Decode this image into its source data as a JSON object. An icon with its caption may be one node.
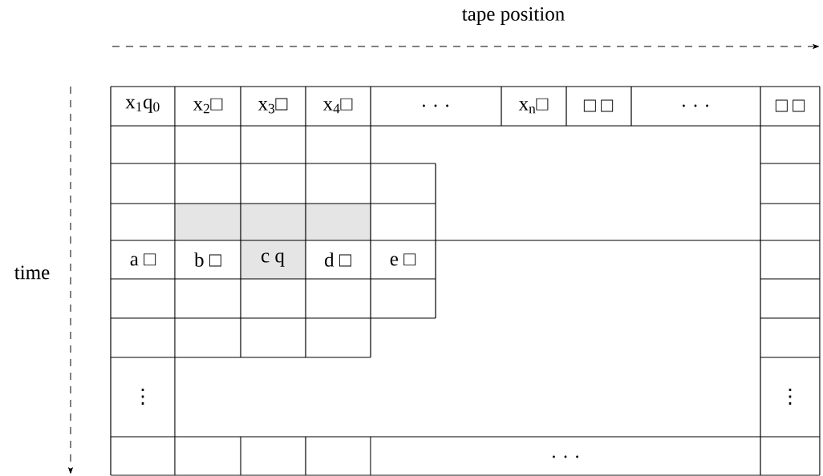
{
  "diagram": {
    "labels": [
      "tape position",
      "x$_{1}$q$_{0}$",
      "x$_{2}$□",
      "x$_{3}$□",
      "x$_{4}$□",
      ". . .",
      "x$_{n}$□",
      "□ □",
      ". . .",
      "□ □",
      "time",
      "a □",
      "b □",
      "c q",
      "d □",
      "e □",
      "⋮",
      "⋮",
      ". . ."
    ]
  }
}
